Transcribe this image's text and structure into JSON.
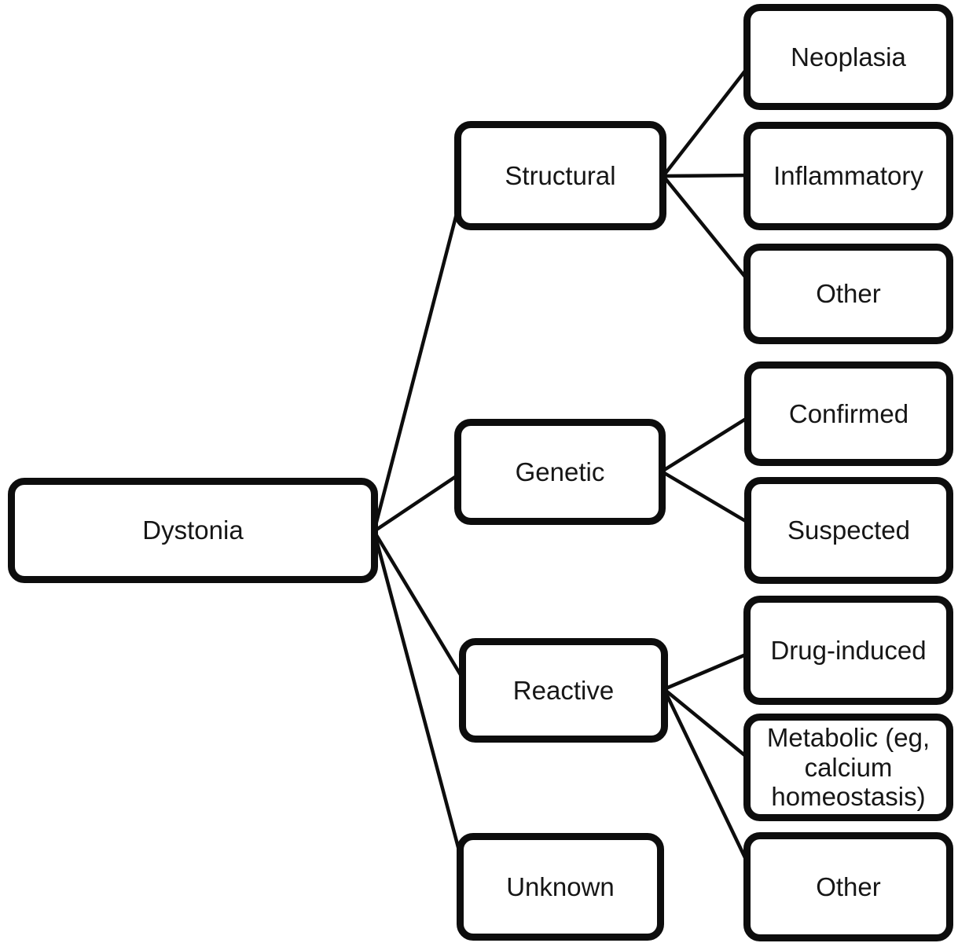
{
  "diagram": {
    "type": "tree",
    "orientation": "left-to-right",
    "colors": {
      "background": "#ffffff",
      "box_border": "#0d0d0d",
      "box_fill": "#ffffff",
      "line": "#0d0d0d",
      "text": "#161616"
    },
    "nodes": {
      "dystonia": {
        "label": "Dystonia",
        "level": 1
      },
      "structural": {
        "label": "Structural",
        "level": 2
      },
      "genetic": {
        "label": "Genetic",
        "level": 2
      },
      "reactive": {
        "label": "Reactive",
        "level": 2
      },
      "unknown": {
        "label": "Unknown",
        "level": 2
      },
      "neoplasia": {
        "label": "Neoplasia",
        "level": 3
      },
      "inflammatory": {
        "label": "Inflammatory",
        "level": 3
      },
      "other_structural": {
        "label": "Other",
        "level": 3
      },
      "confirmed": {
        "label": "Confirmed",
        "level": 3
      },
      "suspected": {
        "label": "Suspected",
        "level": 3
      },
      "drug_induced": {
        "label": "Drug-induced",
        "level": 3
      },
      "metabolic": {
        "label": "Metabolic (eg, calcium homeostasis)",
        "level": 3
      },
      "other_reactive": {
        "label": "Other",
        "level": 3
      }
    },
    "edges": [
      {
        "from": "dystonia",
        "to": "structural"
      },
      {
        "from": "dystonia",
        "to": "genetic"
      },
      {
        "from": "dystonia",
        "to": "reactive"
      },
      {
        "from": "dystonia",
        "to": "unknown"
      },
      {
        "from": "structural",
        "to": "neoplasia"
      },
      {
        "from": "structural",
        "to": "inflammatory"
      },
      {
        "from": "structural",
        "to": "other_structural"
      },
      {
        "from": "genetic",
        "to": "confirmed"
      },
      {
        "from": "genetic",
        "to": "suspected"
      },
      {
        "from": "reactive",
        "to": "drug_induced"
      },
      {
        "from": "reactive",
        "to": "metabolic"
      },
      {
        "from": "reactive",
        "to": "other_reactive"
      }
    ]
  }
}
